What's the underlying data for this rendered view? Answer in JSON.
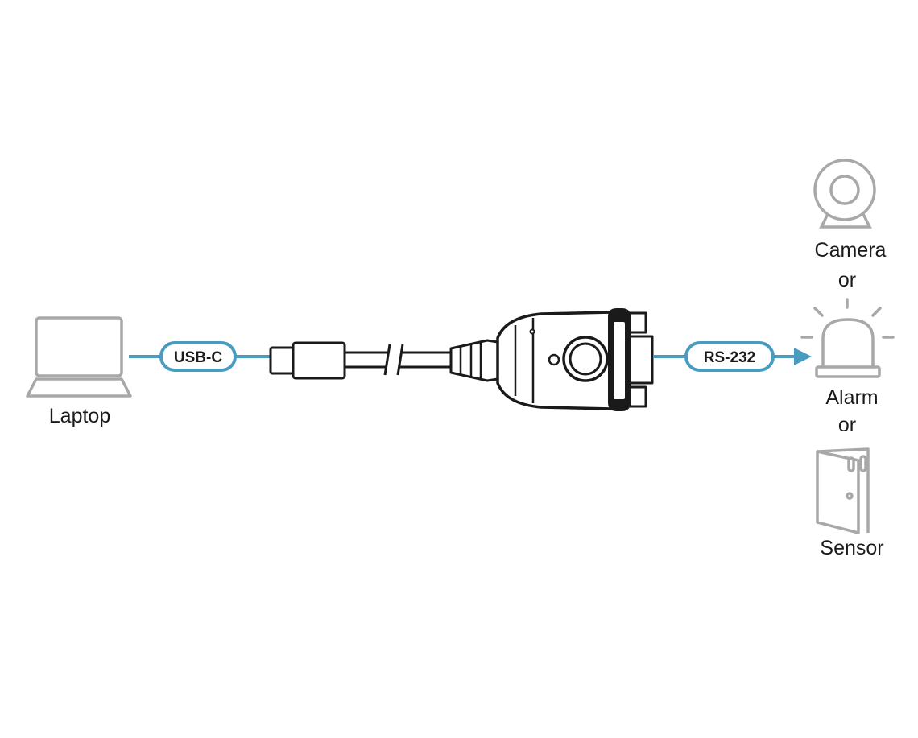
{
  "labels": {
    "laptop": "Laptop",
    "camera": "Camera",
    "or_1": "or",
    "alarm": "Alarm",
    "or_2": "or",
    "sensor": "Sensor"
  },
  "connections": {
    "usb": "USB-C",
    "serial": "RS-232"
  },
  "colors": {
    "link": "#4a9bc0",
    "device_outline": "#a8a8a8",
    "hardware": "#1a1a1a"
  },
  "icons": [
    "laptop-icon",
    "usb-c-plug-icon",
    "cable-break-icon",
    "serial-adapter-icon",
    "camera-icon",
    "alarm-light-icon",
    "door-sensor-icon"
  ]
}
